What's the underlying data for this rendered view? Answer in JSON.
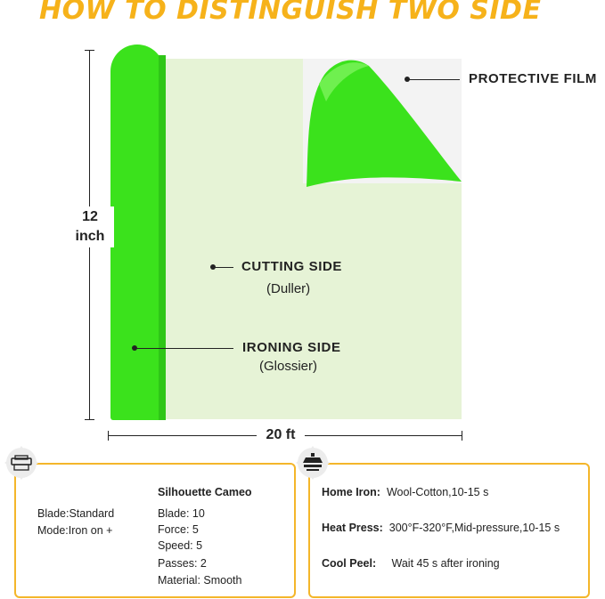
{
  "title": "HOW TO DISTINGUISH TWO SIDE",
  "labels": {
    "protective_film": "PROTECTIVE FILM",
    "cutting_side": "CUTTING SIDE",
    "cutting_side_note": "(Duller)",
    "ironing_side": "IRONING SIDE",
    "ironing_side_note": "(Glossier)"
  },
  "dimensions": {
    "height_value": "12",
    "height_unit": "inch",
    "width": "20 ft"
  },
  "cut_settings": {
    "left": [
      "Blade:Standard",
      "Mode:Iron on +"
    ],
    "machine": "Silhouette Cameo",
    "items": [
      "Blade: 10",
      "Force: 5",
      "Speed: 5",
      "Passes: 2",
      "Material: Smooth"
    ]
  },
  "press_settings": [
    {
      "label": "Home Iron:",
      "value": "Wool-Cotton,10-15 s"
    },
    {
      "label": "Heat Press:",
      "value": "300°F-320°F,Mid-pressure,10-15 s"
    },
    {
      "label": "Cool Peel:",
      "value": "Wait 45 s after ironing"
    }
  ],
  "colors": {
    "accent": "#f4b62a",
    "vinyl_green": "#3be21c",
    "sheet": "#e6f3d6"
  },
  "icons": [
    "cutter-machine-icon",
    "heat-press-icon"
  ]
}
